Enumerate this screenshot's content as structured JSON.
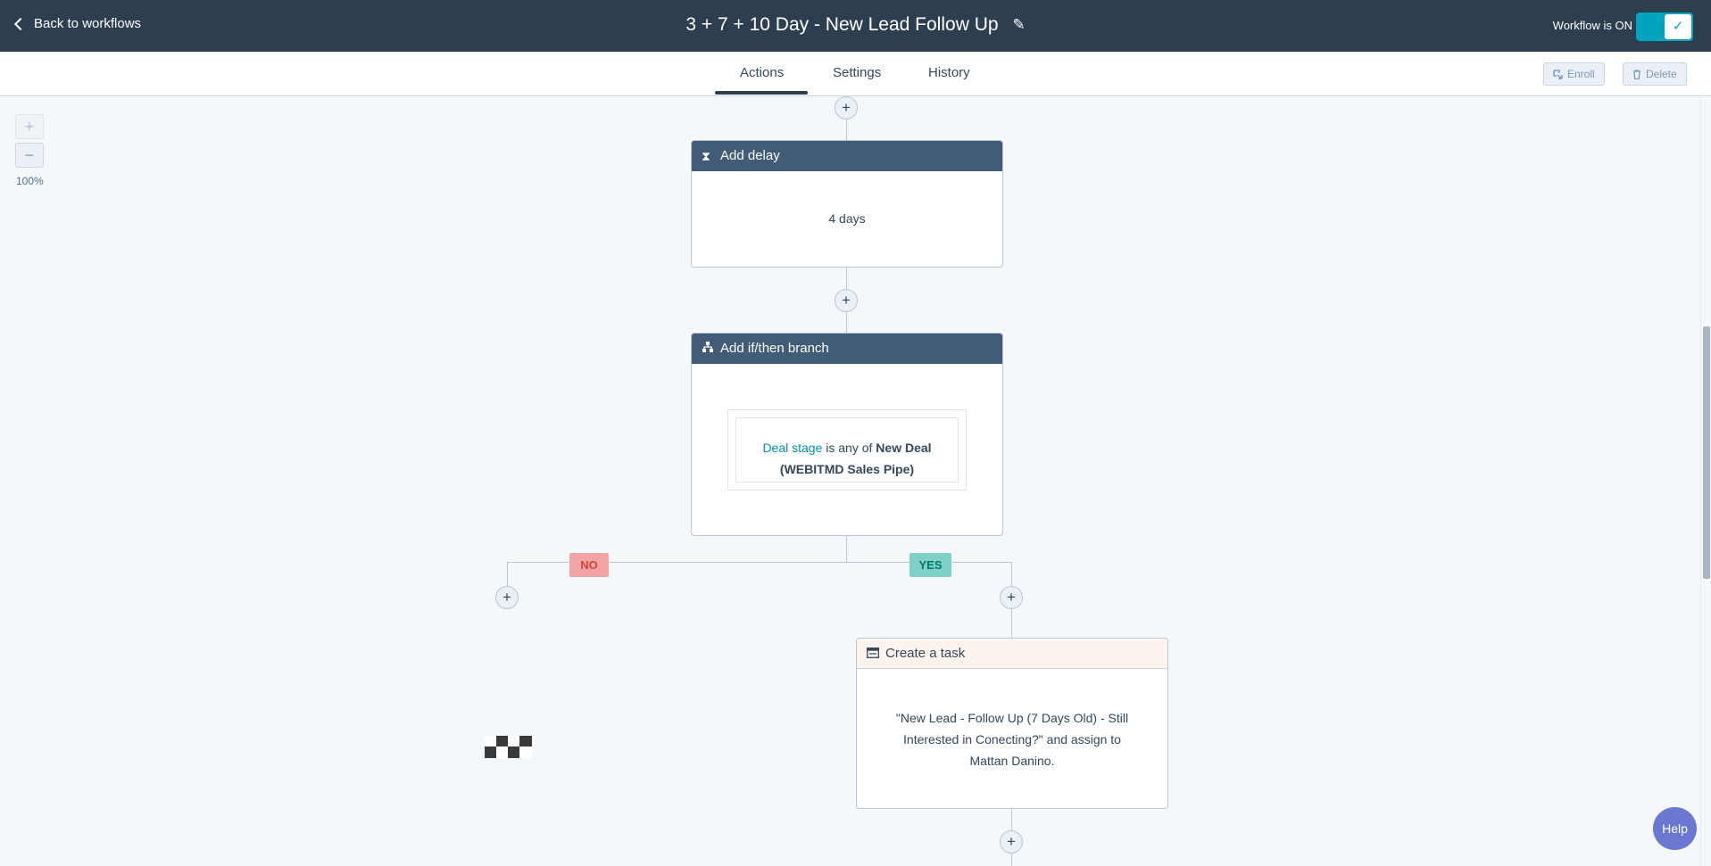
{
  "header": {
    "back_label": "Back to workflows",
    "title": "3 + 7 + 10 Day - New Lead Follow Up",
    "workflow_status": "Workflow is ON"
  },
  "tabs": [
    {
      "label": "Actions",
      "active": true
    },
    {
      "label": "Settings",
      "active": false
    },
    {
      "label": "History",
      "active": false
    }
  ],
  "header_buttons": {
    "enroll": "Enroll",
    "delete": "Delete"
  },
  "zoom": {
    "level": "100%",
    "plus": "+",
    "minus": "−"
  },
  "delay_card": {
    "header": "Add delay",
    "value": "4 days"
  },
  "branch_card": {
    "header": "Add if/then branch",
    "property": "Deal stage",
    "operator": "is any of",
    "value": "New Deal (WEBITMD Sales Pipe)"
  },
  "branches": {
    "no": "NO",
    "yes": "YES"
  },
  "task_card": {
    "header": "Create a task",
    "line1": "\"New Lead - Follow Up (7 Days Old) - Still",
    "line2": "Interested in Conecting?\" and assign to",
    "line3": "Mattan Danino."
  },
  "help_label": "Help",
  "colors": {
    "topbar": "#2d3e50",
    "action_header": "#425b76",
    "task_header": "#fdf3ed",
    "toggle_on": "#00a4bd",
    "link": "#0091ae",
    "tag_no": "#f2a4a4",
    "tag_yes": "#7fd1c7",
    "help_button": "#6a78d1"
  },
  "icons": {
    "back": "chevron-left-icon",
    "edit": "pencil-icon",
    "toggle": "check-icon",
    "enroll": "enroll-icon",
    "delete": "trash-icon",
    "delay": "hourglass-icon",
    "branch": "branch-icon",
    "task": "task-icon"
  }
}
